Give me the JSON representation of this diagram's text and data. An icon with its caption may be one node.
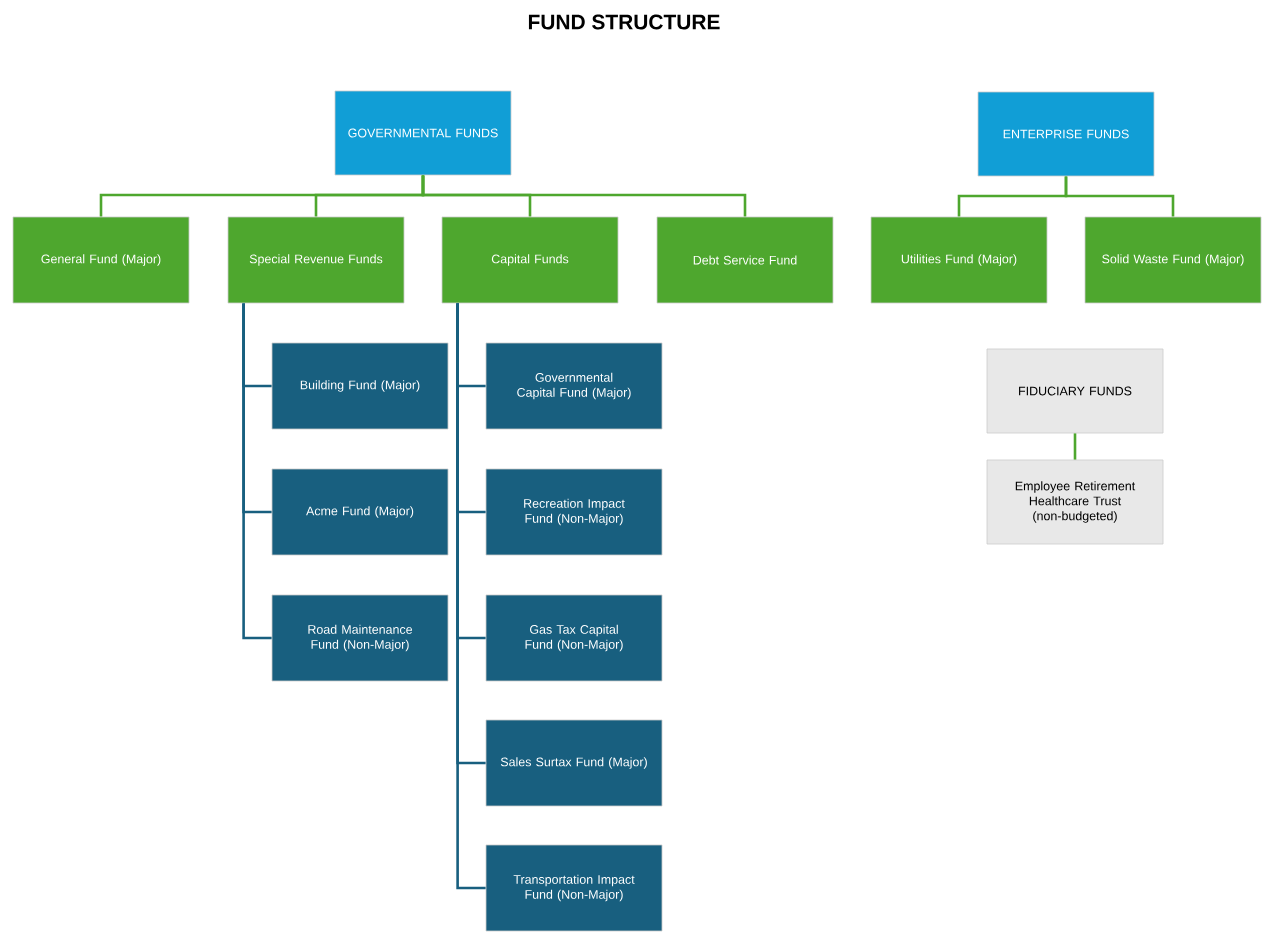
{
  "diagram": {
    "title": "FUND STRUCTURE",
    "nodes": [
      {
        "text": [
          "GOVERNMENTAL FUNDS"
        ]
      },
      {
        "text": [
          "General Fund (Major)"
        ]
      },
      {
        "text": [
          "Special Revenue Funds"
        ]
      },
      {
        "text": [
          "Capital Funds"
        ]
      },
      {
        "text": [
          "Debt Service Fund"
        ]
      },
      {
        "text": [
          "Building Fund (Major)"
        ]
      },
      {
        "text": [
          "Acme Fund (Major)"
        ]
      },
      {
        "text": [
          "Road Maintenance Fund (Non-Major)"
        ]
      },
      {
        "text": [
          "Governmental Capital Fund (Major)"
        ]
      },
      {
        "text": [
          "Recreation Impact Fund (Non-Major)"
        ]
      },
      {
        "text": [
          "Gas Tax Capital Fund (Non-Major)"
        ]
      },
      {
        "text": [
          "Sales Surtax Fund (Major)"
        ]
      },
      {
        "text": [
          "Transportation Impact Fund (Non-Major)"
        ]
      },
      {
        "text": [
          "ENTERPRISE FUNDS"
        ]
      },
      {
        "text": [
          "Utilities Fund (Major)"
        ]
      },
      {
        "text": [
          "Solid Waste Fund (Major)"
        ]
      },
      {
        "text": [
          "FIDUCIARY FUNDS"
        ]
      },
      {
        "text": [
          "Employee Retirement Healthcare Trust (non-budgeted)"
        ]
      }
    ],
    "edges": [
      {
        "from": 0,
        "to": 1,
        "arrow": "none",
        "color": "#4ea72e"
      },
      {
        "from": 0,
        "to": 2,
        "arrow": "none",
        "color": "#4ea72e"
      },
      {
        "from": 0,
        "to": 3,
        "arrow": "none",
        "color": "#4ea72e"
      },
      {
        "from": 0,
        "to": 4,
        "arrow": "none",
        "color": "#4ea72e"
      },
      {
        "from": 2,
        "to": 5,
        "arrow": "none"
      },
      {
        "from": 2,
        "to": 6,
        "arrow": "none"
      },
      {
        "from": 2,
        "to": 7,
        "arrow": "none"
      },
      {
        "from": 3,
        "to": 8,
        "arrow": "none"
      },
      {
        "from": 3,
        "to": 9,
        "arrow": "none"
      },
      {
        "from": 3,
        "to": 10,
        "arrow": "none"
      },
      {
        "from": 3,
        "to": 11,
        "arrow": "none"
      },
      {
        "from": 3,
        "to": 12,
        "arrow": "none"
      },
      {
        "from": 13,
        "to": 14,
        "arrow": "none",
        "color": "#4ea72e"
      },
      {
        "from": 13,
        "to": 15,
        "arrow": "none",
        "color": "#4ea72e"
      },
      {
        "from": 16,
        "to": 17,
        "arrow": "none",
        "color": "#4ea72e"
      }
    ]
  }
}
